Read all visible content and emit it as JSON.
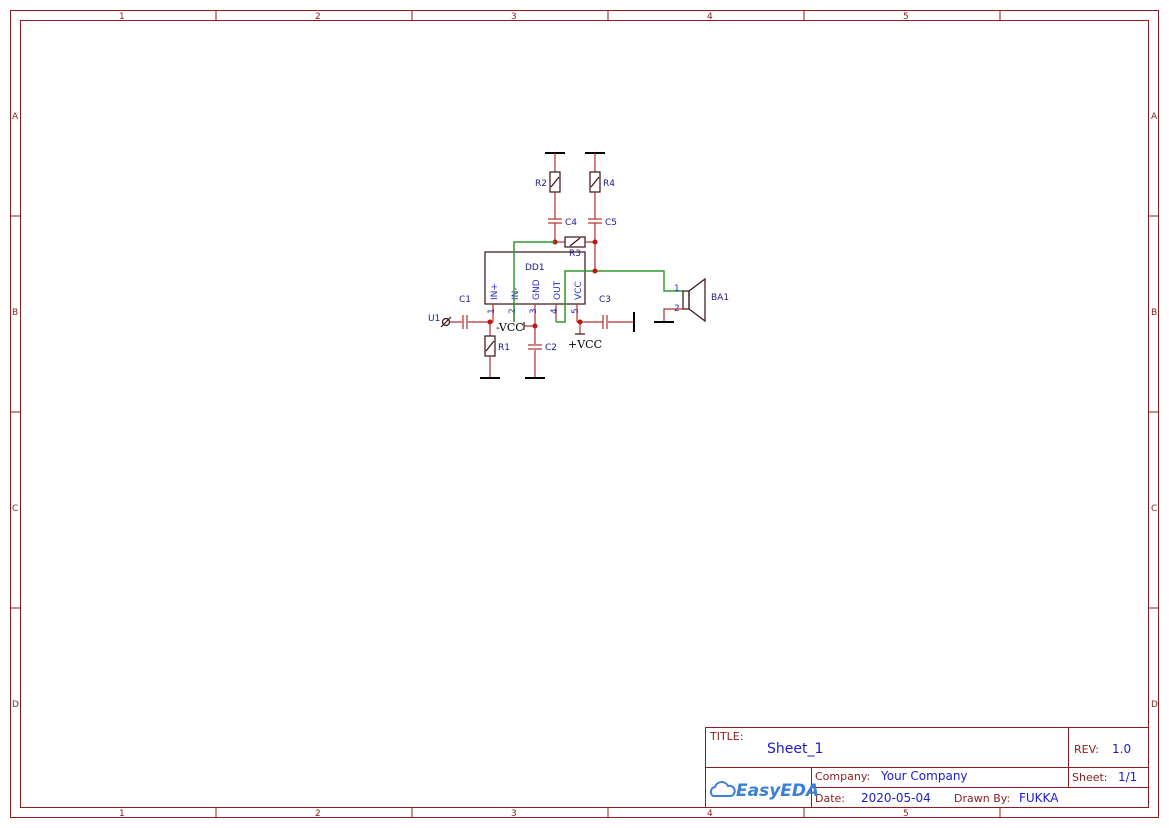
{
  "frame": {
    "columns": [
      "1",
      "2",
      "3",
      "4",
      "5"
    ],
    "rows": [
      "A",
      "B",
      "C",
      "D"
    ]
  },
  "schematic": {
    "components": {
      "r1": "R1",
      "r2": "R2",
      "r3": "R3",
      "r4": "R4",
      "c1": "C1",
      "c2": "C2",
      "c3": "C3",
      "c4": "C4",
      "c5": "C5",
      "dd1": "DD1",
      "ba1": "BA1",
      "u1": "U1"
    },
    "dd1_pins": [
      {
        "num": "1",
        "name": "IN+"
      },
      {
        "num": "2",
        "name": "IN-"
      },
      {
        "num": "3",
        "name": "GND"
      },
      {
        "num": "4",
        "name": "OUT"
      },
      {
        "num": "5",
        "name": "VCC"
      }
    ],
    "ba1_pins": [
      "1",
      "2"
    ],
    "nets": {
      "neg_vcc": "-VCC",
      "pos_vcc": "+VCC"
    },
    "colors": {
      "frame": "#8a1c1c",
      "wire": "#b03030",
      "green_wire": "#2e9a2e",
      "label": "#1a1ad0"
    }
  },
  "title_block": {
    "title_label": "TITLE:",
    "title_value": "Sheet_1",
    "rev_label": "REV:",
    "rev_value": "1.0",
    "company_label": "Company:",
    "company_value": "Your Company",
    "sheet_label": "Sheet:",
    "sheet_value": "1/1",
    "date_label": "Date:",
    "date_value": "2020-05-04",
    "drawn_label": "Drawn By:",
    "drawn_value": "FUKKA",
    "logo_text": "EasyEDA"
  }
}
